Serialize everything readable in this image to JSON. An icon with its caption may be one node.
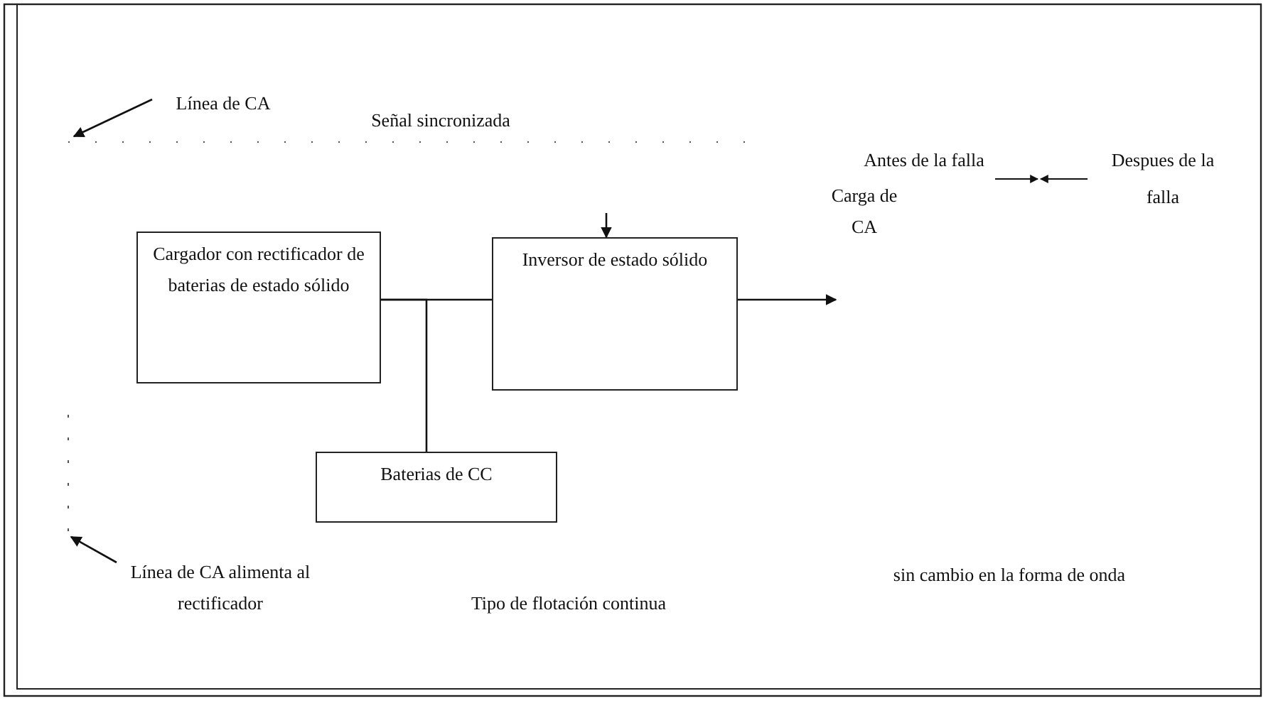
{
  "diagram": {
    "nodes": [
      {
        "text": [
          "Línea de CA"
        ]
      },
      {
        "text": [
          "Cargador con rectificador de baterias de estado sólido"
        ]
      },
      {
        "text": [
          "Inversor de estado sólido"
        ]
      },
      {
        "text": [
          "Baterias de CC"
        ]
      },
      {
        "text": [
          "Carga de CA"
        ]
      },
      {
        "text": [
          "Línea de CA alimenta al rectificador"
        ]
      }
    ],
    "edges": [
      {
        "from": 0,
        "to": null,
        "arrow": "to"
      },
      {
        "from": 1,
        "to": 2,
        "arrow": "none"
      },
      {
        "from": 1,
        "to": 3,
        "arrow": "none"
      },
      {
        "from": null,
        "to": 2,
        "arrow": "to"
      },
      {
        "from": 2,
        "to": 4,
        "arrow": "to"
      },
      {
        "from": 5,
        "to": null,
        "arrow": "to"
      }
    ],
    "labels": [
      "Señal sincronizada",
      "Antes de la falla",
      "Despues de la falla",
      "Tipo de flotación continua",
      "sin cambio en la forma de onda"
    ]
  }
}
